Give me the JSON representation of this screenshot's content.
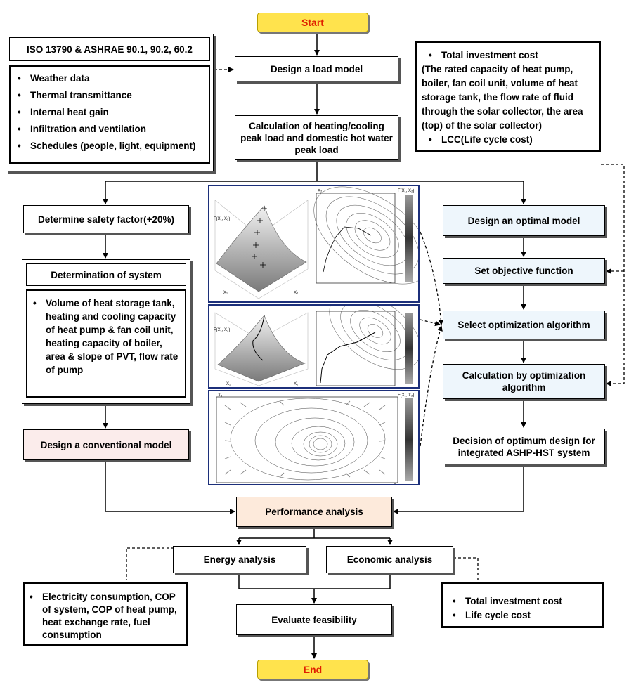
{
  "start_label": "Start",
  "end_label": "End",
  "standards": {
    "title": "ISO 13790 & ASHRAE 90.1, 90.2, 60.2",
    "items": [
      "Weather data",
      "Thermal transmittance",
      "Internal heat gain",
      "Infiltration and ventilation",
      "Schedules (people, light, equipment)"
    ]
  },
  "cost_box": {
    "items": [
      "Total investment cost",
      "(The rated capacity of heat pump, boiler, fan coil unit, volume of heat storage tank, the flow rate of fluid through the solar collector, the area (top) of the solar collector)",
      "LCC(Life cycle cost)"
    ]
  },
  "steps": {
    "load_model": "Design a load model",
    "peak_load": "Calculation of heating/cooling peak load and domestic hot water peak load",
    "safety_factor": "Determine safety factor(+20%)",
    "determination": "Determination of system",
    "system_details": "Volume of heat storage tank, heating and cooling capacity of heat pump & fan coil unit, heating capacity of boiler, area & slope of PVT, flow rate of pump",
    "conventional": "Design a conventional model",
    "optimal_model": "Design an optimal model",
    "objective": "Set objective function",
    "select_algo": "Select optimization algorithm",
    "calc_algo": "Calculation by optimization algorithm",
    "decision": "Decision of optimum design for integrated ASHP-HST system",
    "performance": "Performance analysis",
    "energy": "Energy analysis",
    "economic": "Economic analysis",
    "evaluate": "Evaluate feasibility"
  },
  "energy_items": [
    "Electricity consumption, COP of system, COP of heat pump, heat exchange rate, fuel consumption"
  ],
  "economic_items": [
    "Total investment cost",
    "Life cycle cost"
  ],
  "plot_labels": {
    "x1": "X₁",
    "x2": "X₂",
    "f": "F(X₁, X₂)"
  }
}
